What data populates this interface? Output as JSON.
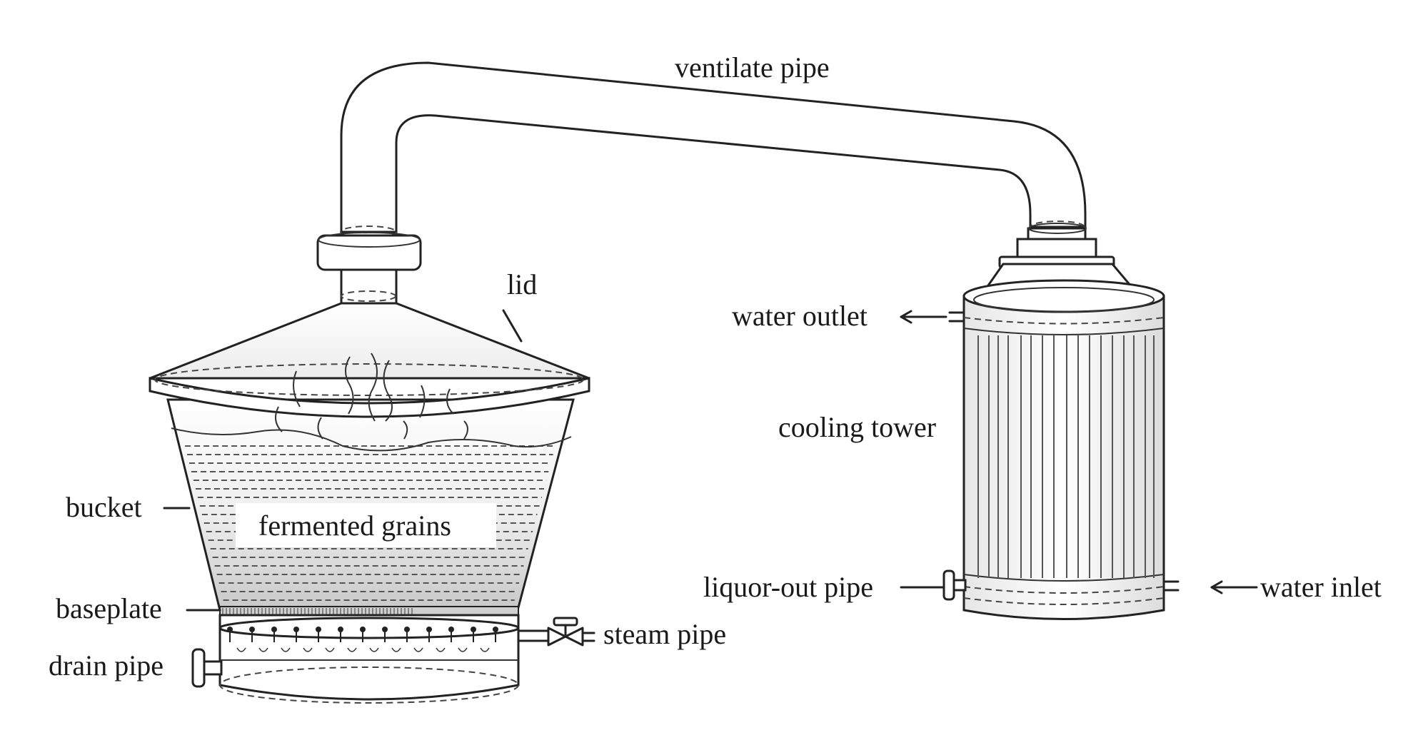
{
  "labels": {
    "ventilate_pipe": "ventilate pipe",
    "lid": "lid",
    "water_outlet": "water outlet",
    "cooling_tower": "cooling tower",
    "bucket": "bucket",
    "fermented_grains": "fermented grains",
    "baseplate": "baseplate",
    "steam_pipe": "steam pipe",
    "drain_pipe": "drain pipe",
    "liquor_out_pipe": "liquor-out pipe",
    "water_inlet": "water inlet"
  },
  "colors": {
    "line": "#222222",
    "fill_light": "#f2f2f2",
    "fill_grain": "#d9d9d9",
    "background": "#ffffff"
  }
}
